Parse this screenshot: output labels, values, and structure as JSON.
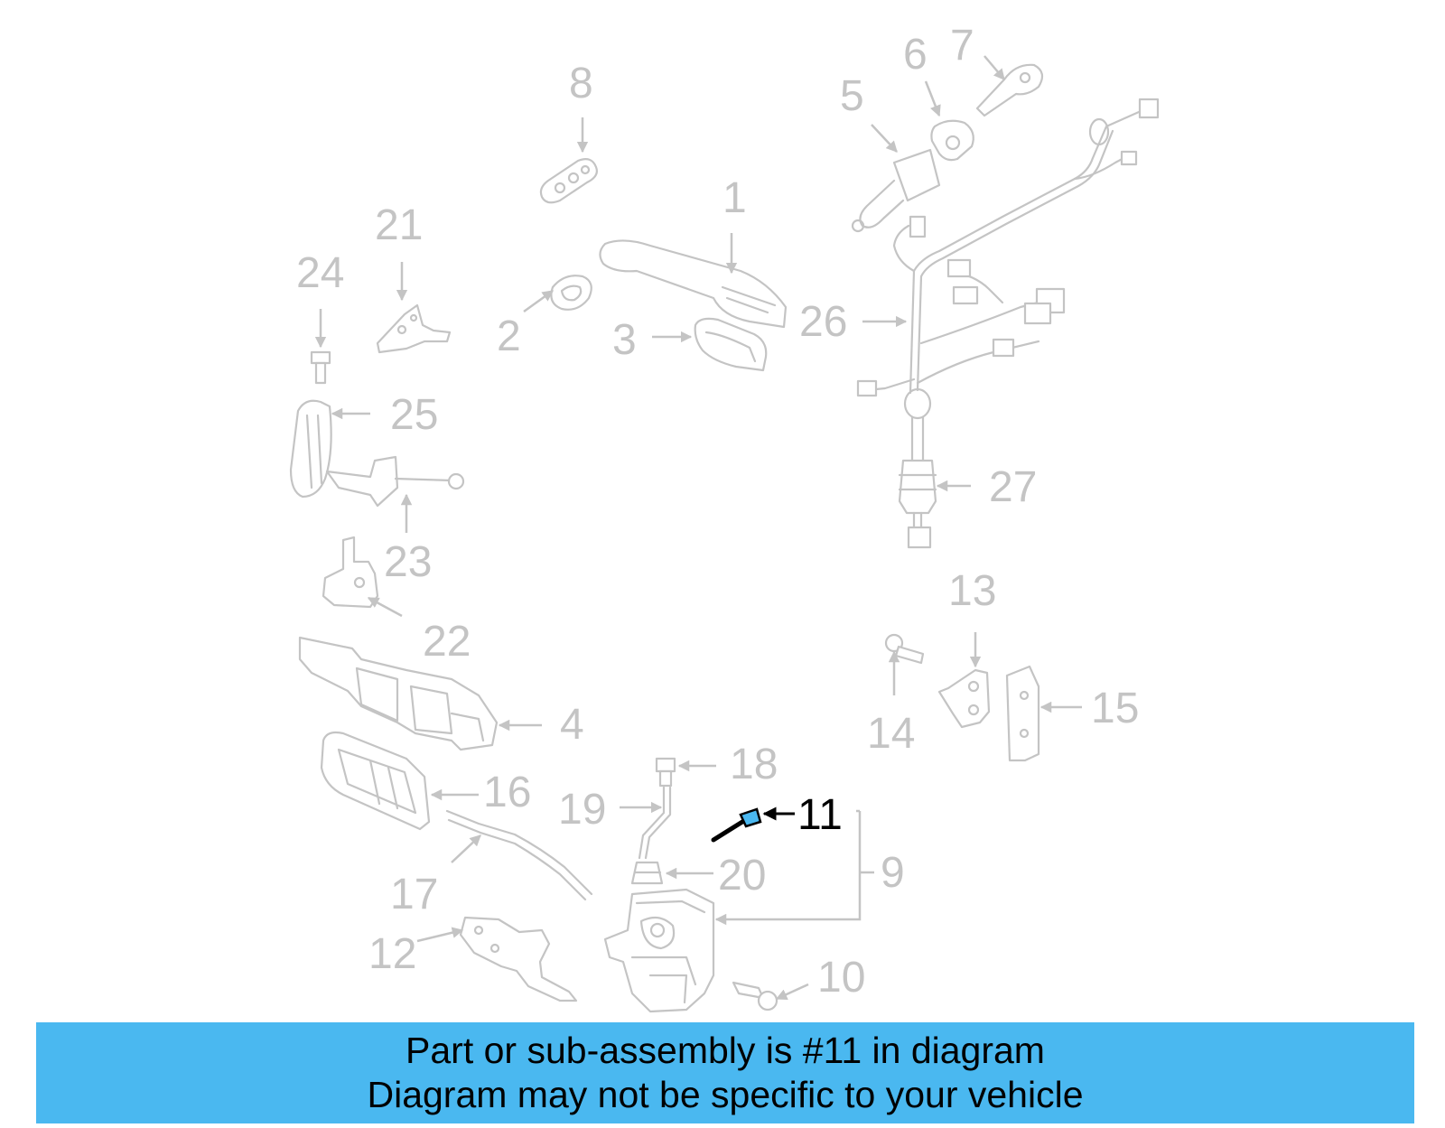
{
  "callouts": {
    "c1": "1",
    "c2": "2",
    "c3": "3",
    "c4": "4",
    "c5": "5",
    "c6": "6",
    "c7": "7",
    "c8": "8",
    "c9": "9",
    "c10": "10",
    "c11": "11",
    "c12": "12",
    "c13": "13",
    "c14": "14",
    "c15": "15",
    "c16": "16",
    "c17": "17",
    "c18": "18",
    "c19": "19",
    "c20": "20",
    "c21": "21",
    "c22": "22",
    "c23": "23",
    "c24": "24",
    "c25": "25",
    "c26": "26",
    "c27": "27"
  },
  "highlight": {
    "part": "11",
    "color": "#000000",
    "part_fill": "#4ab8f0"
  },
  "banner": {
    "line1": "Part or sub-assembly is #11 in diagram",
    "line2": "Diagram may not be specific to your vehicle",
    "background": "#4ab8f0"
  }
}
